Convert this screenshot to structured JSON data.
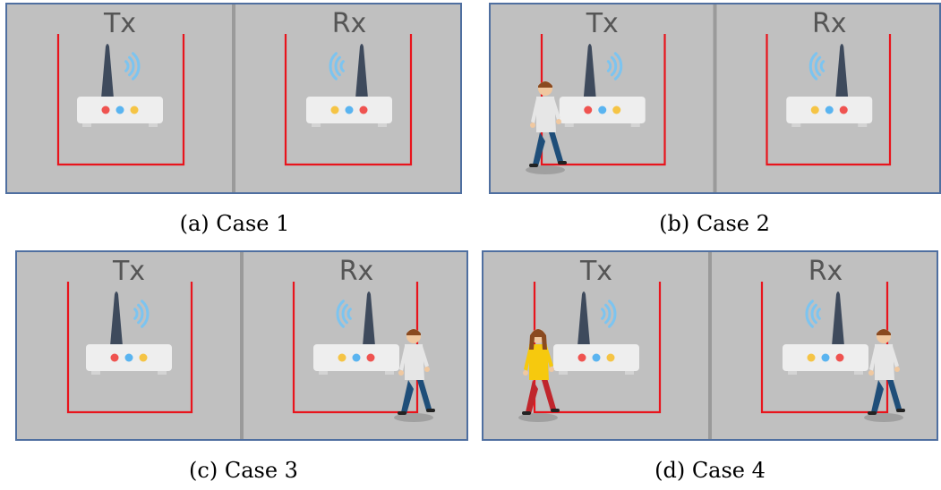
{
  "panels": [
    {
      "caption": "(a) Case 1",
      "rooms": [
        {
          "label": "Tx",
          "device": "router-tx-icon",
          "person": null
        },
        {
          "label": "Rx",
          "device": "router-rx-icon",
          "person": null
        }
      ]
    },
    {
      "caption": "(b) Case 2",
      "rooms": [
        {
          "label": "Tx",
          "device": "router-tx-icon",
          "person": "man-walking-icon"
        },
        {
          "label": "Rx",
          "device": "router-rx-icon",
          "person": null
        }
      ]
    },
    {
      "caption": "(c) Case 3",
      "rooms": [
        {
          "label": "Tx",
          "device": "router-tx-icon",
          "person": null
        },
        {
          "label": "Rx",
          "device": "router-rx-icon",
          "person": "man-walking-icon"
        }
      ]
    },
    {
      "caption": "(d) Case 4",
      "rooms": [
        {
          "label": "Tx",
          "device": "router-tx-icon",
          "person": "woman-walking-icon"
        },
        {
          "label": "Rx",
          "device": "router-rx-icon",
          "person": "man-walking-icon"
        }
      ]
    }
  ],
  "colors": {
    "room_fill": "#c0c0c0",
    "room_border": "#4f6fa0",
    "divider": "#9a9a9a",
    "boundary": "#e8141c",
    "router_body": "#eeeeee",
    "antenna": "#3e4a5c",
    "wifi_wave": "#7cc4f0",
    "led_red": "#ef5350",
    "led_blue": "#5ab4f0",
    "led_yellow": "#f5c445",
    "man_shirt": "#e6e6e6",
    "man_pants": "#1f4e79",
    "woman_shirt": "#f6c90e",
    "woman_pants": "#c0262c"
  }
}
